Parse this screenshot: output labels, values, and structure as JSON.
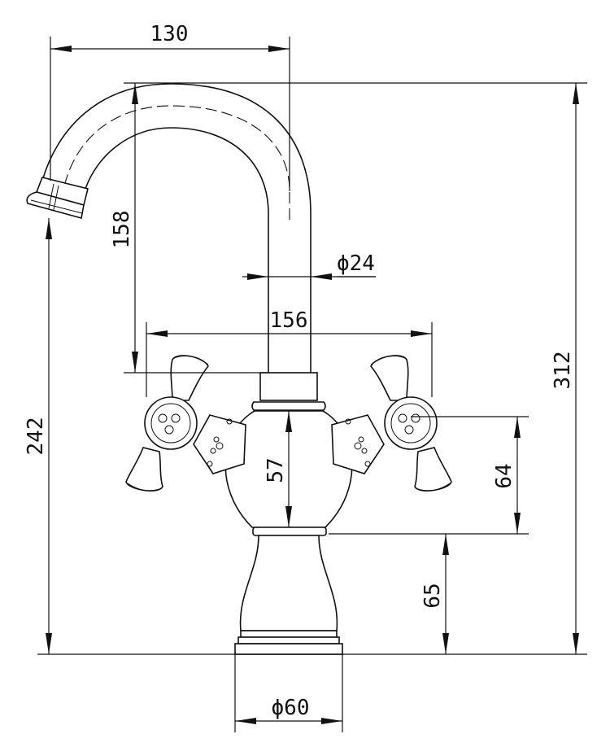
{
  "drawing": {
    "colors": {
      "line": "#111111",
      "background": "#ffffff"
    },
    "dimensions": {
      "spout_reach": "130",
      "spout_height": "158",
      "spout_diameter": "ϕ24",
      "handle_span": "156",
      "total_height": "312",
      "outlet_height": "242",
      "body_height": "57",
      "handle_axis_height": "64",
      "base_height": "65",
      "base_diameter": "ϕ60"
    }
  }
}
